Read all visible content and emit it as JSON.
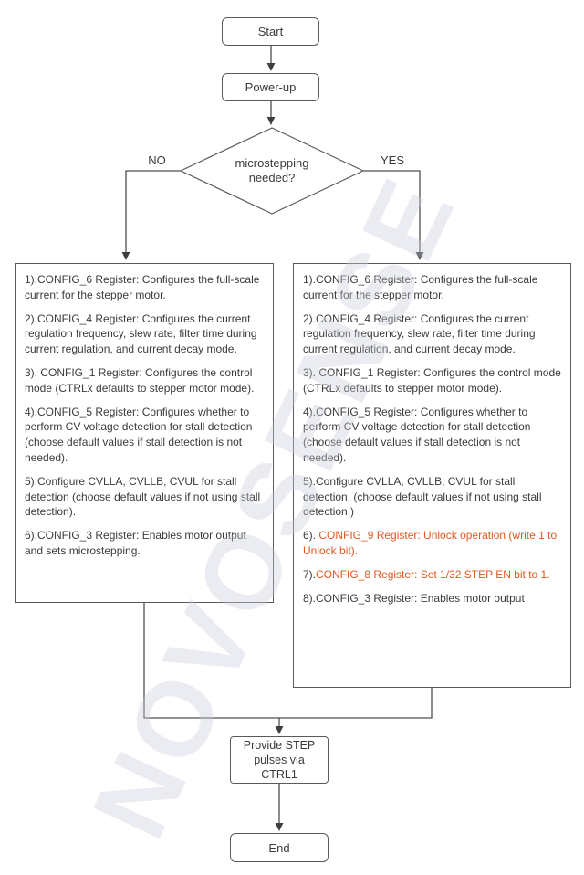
{
  "watermark": "NOVOSENSE",
  "colors": {
    "highlight": "#e2571f",
    "line": "#4f4f4f",
    "border": "#5a5a5a",
    "text": "#3b3b3b"
  },
  "nodes": {
    "start": "Start",
    "powerup": "Power-up",
    "decision": "microstepping\nneeded?",
    "no_label": "NO",
    "yes_label": "YES",
    "provide": "Provide STEP\npulses via\nCTRL1",
    "end": "End"
  },
  "left_box": {
    "steps": [
      {
        "prefix": "1).",
        "text": "CONFIG_6 Register: Configures the full-scale current for the stepper motor."
      },
      {
        "prefix": "2).",
        "text": "CONFIG_4 Register: Configures the current regulation frequency, slew rate, filter time during current regulation, and current decay mode."
      },
      {
        "prefix": "3).",
        "text": " CONFIG_1 Register: Configures the control mode (CTRLx defaults to stepper motor mode)."
      },
      {
        "prefix": "4).",
        "text": "CONFIG_5 Register: Configures whether to perform CV voltage detection for stall detection (choose default values if stall detection is not needed)."
      },
      {
        "prefix": "5).",
        "text": "Configure CVLLA, CVLLB, CVUL for stall detection (choose default values if not using stall detection)."
      },
      {
        "prefix": "6).",
        "text": "CONFIG_3 Register: Enables motor output and sets microstepping."
      }
    ]
  },
  "right_box": {
    "steps": [
      {
        "prefix": "1).",
        "text": "CONFIG_6 Register: Configures the full-scale current for the stepper motor."
      },
      {
        "prefix": "2).",
        "text": "CONFIG_4 Register: Configures the current regulation frequency, slew rate, filter time during current regulation, and current decay mode."
      },
      {
        "prefix": "3).",
        "text": " CONFIG_1 Register: Configures the control mode (CTRLx defaults to stepper motor mode)."
      },
      {
        "prefix": "4).",
        "text": "CONFIG_5 Register: Configures whether to perform CV voltage detection for stall detection (choose default values if stall detection is not needed)."
      },
      {
        "prefix": "5).",
        "text": "Configure CVLLA, CVLLB, CVUL for stall detection. (choose default values if not using stall detection.)"
      },
      {
        "prefix": "6).",
        "text": " CONFIG_9 Register: Unlock operation (write 1 to Unlock bit)."
      },
      {
        "prefix": "7).",
        "text": "CONFIG_8 Register: Set 1/32 STEP EN bit to 1."
      },
      {
        "prefix": "8).",
        "text": "CONFIG_3 Register: Enables motor output"
      }
    ]
  }
}
